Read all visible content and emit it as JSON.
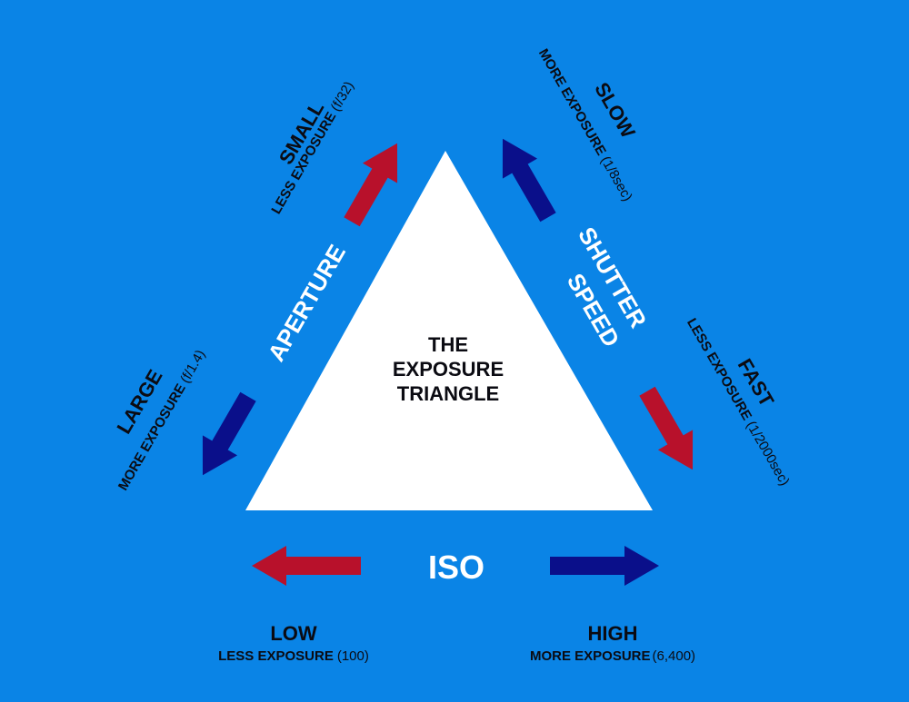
{
  "colors": {
    "background": "#0a84e6",
    "triangle": "#ffffff",
    "red_arrow": "#b8112b",
    "blue_arrow": "#0a0f8a",
    "label_dark": "#0b0b12",
    "label_light": "#ffffff"
  },
  "center": {
    "line1": "THE",
    "line2": "EXPOSURE",
    "line3": "TRIANGLE"
  },
  "aperture": {
    "title": "APERTURE",
    "small": {
      "word": "SMALL",
      "effect": "LESS EXPOSURE",
      "value": "(f/32)"
    },
    "large": {
      "word": "LARGE",
      "effect": "MORE EXPOSURE",
      "value": "(f/1.4)"
    }
  },
  "shutter": {
    "title_line1": "SHUTTER",
    "title_line2": "SPEED",
    "slow": {
      "word": "SLOW",
      "effect": "MORE EXPOSURE",
      "value": "(1/8sec)"
    },
    "fast": {
      "word": "FAST",
      "effect": "LESS EXPOSURE",
      "value": "(1/2000sec)"
    }
  },
  "iso": {
    "title": "ISO",
    "low": {
      "word": "LOW",
      "effect": "LESS EXPOSURE",
      "value": "(100)"
    },
    "high": {
      "word": "HIGH",
      "effect": "MORE EXPOSURE",
      "value": "(6,400)"
    }
  }
}
